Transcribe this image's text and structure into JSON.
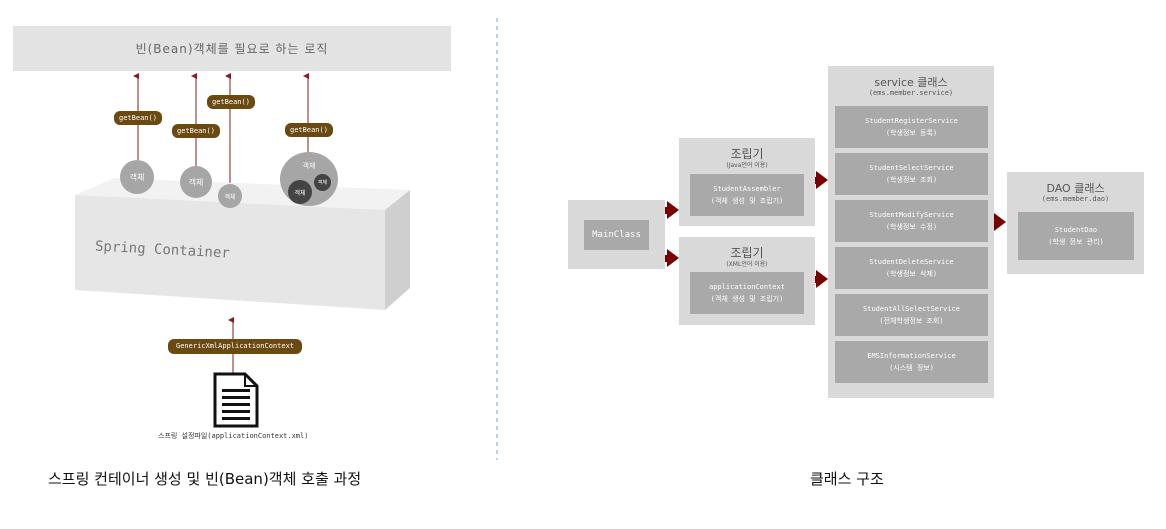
{
  "left": {
    "banner": "빈(Bean)객체를 필요로 하는 로직",
    "getbean": [
      "getBean()",
      "getBean()",
      "getBean()",
      "getBean()"
    ],
    "objects": [
      "객체",
      "객체",
      "객체",
      "객체",
      "객체",
      "객체"
    ],
    "container": "Spring Container",
    "context": "GenericXmlApplicationContext",
    "file_label": "스프링 설정파일(applicationContext.xml)",
    "caption": "스프링 컨테이너 생성 및 빈(Bean)객체 호출 과정"
  },
  "right": {
    "main": "MainClass",
    "assembler1": {
      "title": "조립기",
      "subtitle": "(Java언어 이용)",
      "name": "StudentAssembler",
      "desc": "(객체 생성 및 조립기)"
    },
    "assembler2": {
      "title": "조립기",
      "subtitle": "(XML언어 이용)",
      "name": "applicationContext",
      "desc": "(객체 생성 및 조립기)"
    },
    "service": {
      "title": "service 클래스",
      "package": "(ems.member.service)",
      "items": [
        {
          "name": "StudentRegisterService",
          "desc": "(학생정보 등록)"
        },
        {
          "name": "StudentSelectService",
          "desc": "(학생정보 조회)"
        },
        {
          "name": "StudentModifyService",
          "desc": "(학생정보 수정)"
        },
        {
          "name": "StudentDeleteService",
          "desc": "(학생정보 삭제)"
        },
        {
          "name": "StudentAllSelectService",
          "desc": "(전체학생정보 조회)"
        },
        {
          "name": "EMSInformationService",
          "desc": "(시스템 정보)"
        }
      ]
    },
    "dao": {
      "title": "DAO 클래스",
      "package": "(ems.member.dao)",
      "name": "StudentDao",
      "desc": "(학생 정보 관리)"
    },
    "caption": "클래스 구조"
  },
  "colors": {
    "arrow": "#7a0000",
    "pill": "#6b4a12",
    "box_light": "#d9d9d9",
    "box_dark": "#a9a9a9"
  }
}
